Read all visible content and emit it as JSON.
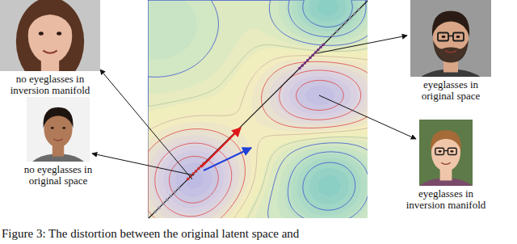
{
  "diagram": {
    "caption": "Figure 3: The distortion between the original latent space and",
    "nodes": [
      {
        "text": [
          "no eyeglasses in inversion manifold"
        ]
      },
      {
        "text": [
          "no eyeglasses in original space"
        ]
      },
      {
        "text": [
          "eyeglasses in original space"
        ]
      },
      {
        "text": [
          "eyeglasses in inversion manifold"
        ]
      }
    ]
  }
}
